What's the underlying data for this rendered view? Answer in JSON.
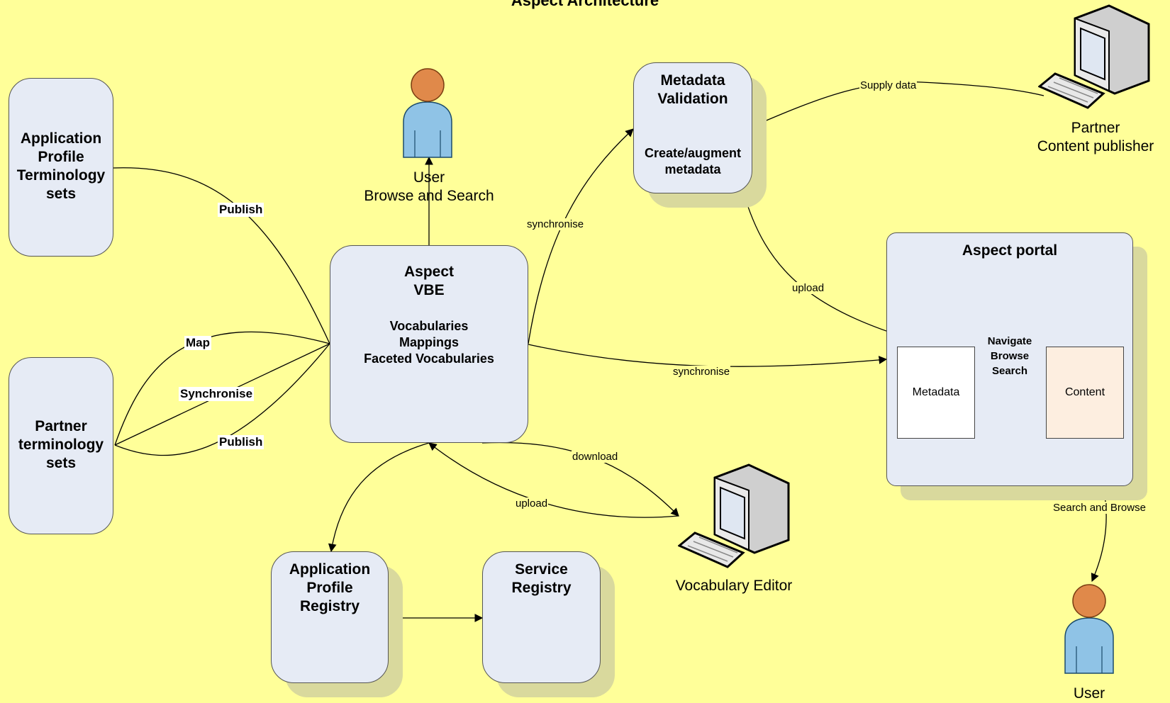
{
  "title": "Aspect Architecture",
  "boxes": {
    "app_profile_terminology": "Application\nProfile\nTerminology\nsets",
    "partner_terminology": "Partner\nterminology\nsets",
    "vbe_title": "Aspect\nVBE",
    "vbe_items": "Vocabularies\nMappings\nFaceted Vocabularies",
    "metadata_validation_title": "Metadata\nValidation",
    "metadata_validation_sub": "Create/augment\nmetadata",
    "portal_title": "Aspect portal",
    "portal_center": "Navigate\nBrowse\nSearch",
    "portal_metadata": "Metadata",
    "portal_content": "Content",
    "app_profile_registry": "Application\nProfile\nRegistry",
    "service_registry": "Service\nRegistry"
  },
  "actors": {
    "user_top": "User\nBrowse and Search",
    "partner_publisher": "Partner\nContent publisher",
    "vocab_editor": "Vocabulary Editor",
    "user_bottom": "User"
  },
  "edge_labels": {
    "publish_top": "Publish",
    "map": "Map",
    "synchronise_bold": "Synchronise",
    "publish_bottom": "Publish",
    "synchronise_up": "synchronise",
    "supply_data": "Supply data",
    "upload_portal": "upload",
    "synchronise_portal": "synchronise",
    "download": "download",
    "upload_editor": "upload",
    "search_and_browse": "Search and Browse"
  },
  "colors": {
    "background": "#ffff99",
    "box_fill": "#e6ebf5",
    "shadow": "#d9d99d",
    "content_fill": "#fdeee0"
  }
}
